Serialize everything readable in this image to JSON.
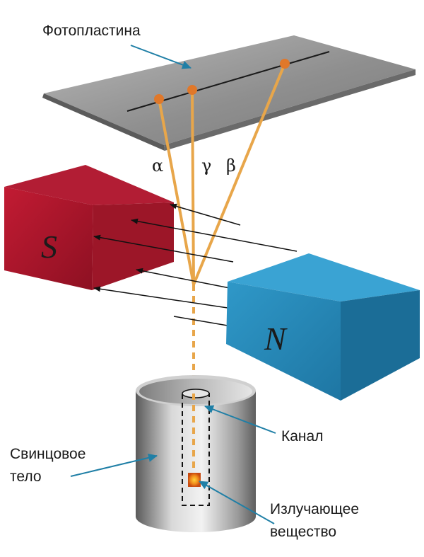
{
  "labels": {
    "photoplate": "Фотопластина",
    "channel": "Канал",
    "lead_body_line1": "Свинцовое",
    "lead_body_line2": "тело",
    "emitting_line1": "Излучающее",
    "emitting_line2": "вещество"
  },
  "rays": {
    "alpha": "α",
    "gamma": "γ",
    "beta": "β"
  },
  "magnets": {
    "south": "S",
    "north": "N"
  },
  "colors": {
    "ray": "#e8a64a",
    "ray_dot": "#e0782a",
    "pointer": "#1f7fa6",
    "magnet_s": "#a8142a",
    "magnet_n": "#2a8fbf",
    "plate": "#9a9a9a"
  }
}
